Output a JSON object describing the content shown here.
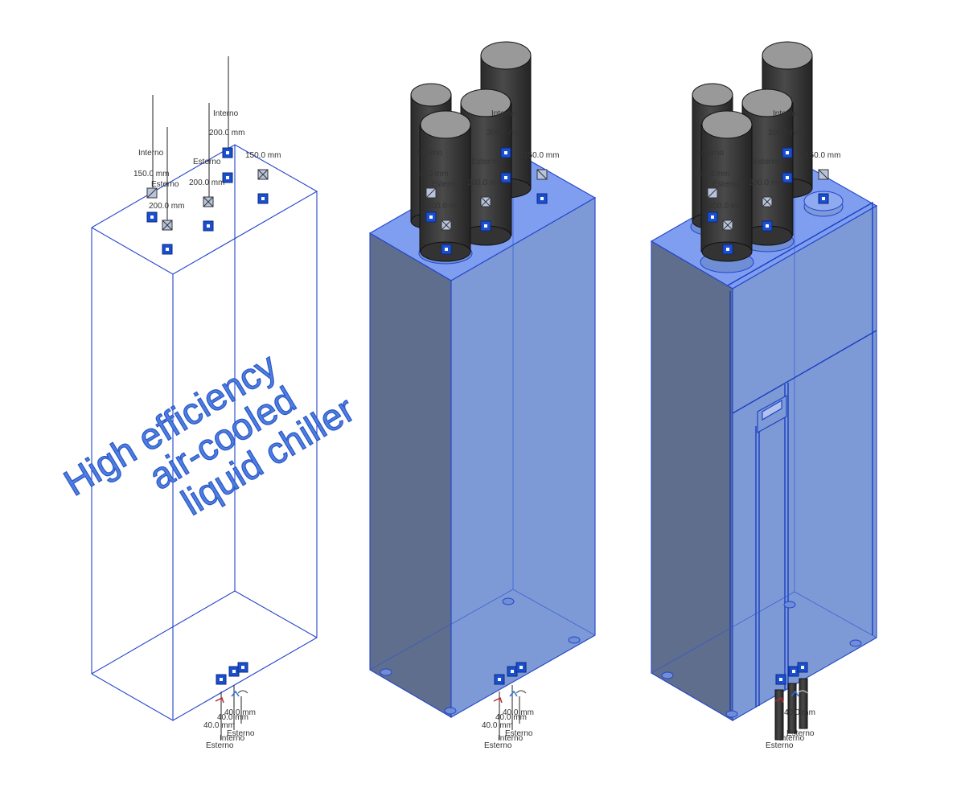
{
  "watermark": {
    "lines": [
      "High efficiency",
      "air-cooled",
      "liquid chiller"
    ]
  },
  "labels": {
    "interno": "Interno",
    "esterno": "Esterno",
    "d150": "150.0 mm",
    "d200": "200.0 mm",
    "d40": "40.0 mm"
  },
  "views": [
    {
      "id": "wireframe",
      "style": "wireframe"
    },
    {
      "id": "shaded",
      "style": "shaded"
    },
    {
      "id": "detailed",
      "style": "realistic"
    }
  ],
  "colors": {
    "edge": "#2244cc",
    "front": "#7d9ad6",
    "side": "#5f6e8c",
    "top": "#7f9ef0",
    "duct_top": "#999999",
    "duct_body": "#3b3b3b",
    "connector": "#1a4fd0"
  }
}
